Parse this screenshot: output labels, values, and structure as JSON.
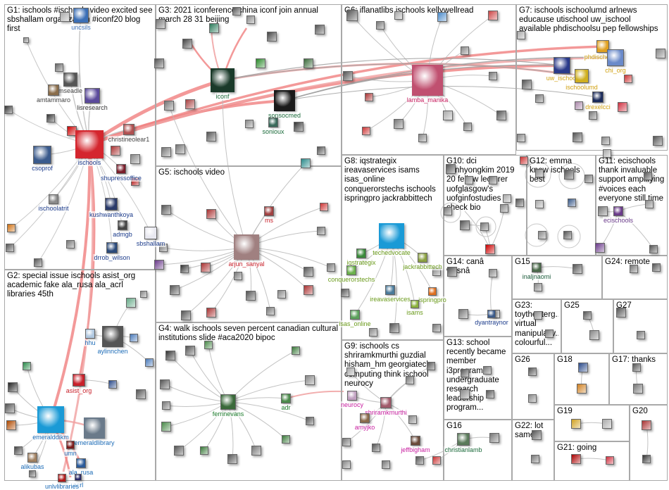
{
  "groups": [
    {
      "id": "G1",
      "title": "G1: ischools #ischools video excited see sbshallam organization #iconf20 blog first"
    },
    {
      "id": "G2",
      "title": "G2: special issue ischools asist_org academic fake ala_rusa ala_acrl libraries 45th"
    },
    {
      "id": "G3",
      "title": "G3: 2021 iconference china iconf join annual march 28 31 beijing"
    },
    {
      "id": "G4",
      "title": "G4: walk ischools seven percent canadian cultural institutions slide #aca2020 bipoc"
    },
    {
      "id": "G5",
      "title": "G5: ischools video"
    },
    {
      "id": "G6",
      "title": "G6: iflanatlibs ischools kellywellread"
    },
    {
      "id": "G7",
      "title": "G7: ischools ischoolumd arlnews educause utischool uw_ischool available phdischoolsu pep fellowships"
    },
    {
      "id": "G8",
      "title": "G8: iqstrategix ireavaservices isams isas_online conquerorstechs ischools ispringpro jackrabbittech"
    },
    {
      "id": "G9",
      "title": "G9: ischools cs shriramkmurthi guzdial hisham_hm georgiatech computing think ischool neurocy"
    },
    {
      "id": "G10",
      "title": "G10: dci yunhyongkim 2019 20 fellow lecturer uofglasgow's uofginfostudies check bio"
    },
    {
      "id": "G11",
      "title": "G11: ecischools thank invaluable support amplifying #voices each everyone still time"
    },
    {
      "id": "G12",
      "title": "G12: emma know ischools best"
    },
    {
      "id": "G13",
      "title": "G13: school recently became member i3program undergraduate research leadership program..."
    },
    {
      "id": "G14",
      "title": "G14: canâ wasnâ"
    },
    {
      "id": "G15",
      "title": "G15"
    },
    {
      "id": "G16",
      "title": "G16"
    },
    {
      "id": "G17",
      "title": "G17: thanks"
    },
    {
      "id": "G18",
      "title": "G18"
    },
    {
      "id": "G19",
      "title": "G19"
    },
    {
      "id": "G20",
      "title": "G20"
    },
    {
      "id": "G21",
      "title": "G21: going"
    },
    {
      "id": "G22",
      "title": "G22: lot same"
    },
    {
      "id": "G23",
      "title": "G23: toytheaterg... virtual manipulativ... colourful..."
    },
    {
      "id": "G24",
      "title": "G24: remote"
    },
    {
      "id": "G25",
      "title": "G25"
    },
    {
      "id": "G26",
      "title": "G26"
    },
    {
      "id": "G27",
      "title": "G27"
    }
  ],
  "nodes": [
    {
      "label": "uncsils",
      "group": "G1",
      "color": "#3b6fb6"
    },
    {
      "label": "mseadle",
      "group": "G1",
      "color": "#555555"
    },
    {
      "label": "amtammaro",
      "group": "G1",
      "color": "#8a6d4a"
    },
    {
      "label": "lisresearch",
      "group": "G1",
      "color": "#5b4a9b"
    },
    {
      "label": "christineolear1",
      "group": "G1",
      "color": "#b05050"
    },
    {
      "label": "ischools",
      "group": "G1",
      "color": "#d4262e"
    },
    {
      "label": "csoprof",
      "group": "G1",
      "color": "#3a5a8c"
    },
    {
      "label": "shupressoffice",
      "group": "G1",
      "color": "#7a1d2a"
    },
    {
      "label": "ischoolatrit",
      "group": "G1",
      "color": "#8a8a8a"
    },
    {
      "label": "kushwanthkoya",
      "group": "G1",
      "color": "#2a3a6a"
    },
    {
      "label": "admgb",
      "group": "G1",
      "color": "#444444"
    },
    {
      "label": "sbshallam",
      "group": "G1",
      "color": "#e8e8f0"
    },
    {
      "label": "drrob_wilson",
      "group": "G1",
      "color": "#2b4a7a"
    },
    {
      "label": "hhu",
      "group": "G2",
      "color": "#b0c8e0"
    },
    {
      "label": "aylinnchen",
      "group": "G2",
      "color": "#555555"
    },
    {
      "label": "asist_org",
      "group": "G2",
      "color": "#c8202a"
    },
    {
      "label": "emeraldlibrary",
      "group": "G2",
      "color": "#6a7a8a"
    },
    {
      "label": "emeralddikm",
      "group": "G2",
      "color": "#1a9ad6"
    },
    {
      "label": "umn",
      "group": "G2",
      "color": "#7a1a1a"
    },
    {
      "label": "alikubas",
      "group": "G2",
      "color": "#a08060"
    },
    {
      "label": "ala_rusa",
      "group": "G2",
      "color": "#2a5a9a"
    },
    {
      "label": "acrl",
      "group": "G2",
      "color": "#2a2a6a"
    },
    {
      "label": "unlvlibraries",
      "group": "G2",
      "color": "#b01a1a"
    },
    {
      "label": "iconf",
      "group": "G3",
      "color": "#1a3a2a"
    },
    {
      "label": "sonsocmed",
      "group": "G3",
      "color": "#1a1a1a"
    },
    {
      "label": "sonioux",
      "group": "G3",
      "color": "#3a6a5a"
    },
    {
      "label": "ferrinevans",
      "group": "G4",
      "color": "#3a6a3a"
    },
    {
      "label": "adr",
      "group": "G4",
      "color": "#4a8a4a"
    },
    {
      "label": "arjun_sanyal",
      "group": "G5",
      "color": "#a08080"
    },
    {
      "label": "ms",
      "group": "G5",
      "color": "#a04040"
    },
    {
      "label": "lamba_manika",
      "group": "G6",
      "color": "#c05070"
    },
    {
      "label": "uw_ischool",
      "group": "G7",
      "color": "#2a3a8a"
    },
    {
      "label": "ischoolumd",
      "group": "G7",
      "color": "#d0b020"
    },
    {
      "label": "phdischoolsu",
      "group": "G7",
      "color": "#e0a020"
    },
    {
      "label": "chi_org",
      "group": "G7",
      "color": "#6a8aca"
    },
    {
      "label": "drexelcci",
      "group": "G7",
      "color": "#1a2a5a"
    },
    {
      "label": "techedvocate",
      "group": "G8",
      "color": "#1a9ad6"
    },
    {
      "label": "iqstrategix",
      "group": "G8",
      "color": "#3a8a3a"
    },
    {
      "label": "jackrabbittech",
      "group": "G8",
      "color": "#8aa040"
    },
    {
      "label": "conquerorstechs",
      "group": "G8",
      "color": "#6ab04a"
    },
    {
      "label": "ireavaservices",
      "group": "G8",
      "color": "#4a7a9a"
    },
    {
      "label": "ispringpro",
      "group": "G8",
      "color": "#e07020"
    },
    {
      "label": "isas_online",
      "group": "G8",
      "color": "#5aa05a"
    },
    {
      "label": "isams",
      "group": "G8",
      "color": "#8ab03a"
    },
    {
      "label": "neurocy",
      "group": "G9",
      "color": "#c0a0c0"
    },
    {
      "label": "shriramkmurthi",
      "group": "G9",
      "color": "#a05a6a"
    },
    {
      "label": "amyjko",
      "group": "G9",
      "color": "#8a6a4a"
    },
    {
      "label": "jeffbigham",
      "group": "G9",
      "color": "#6a4a3a"
    },
    {
      "label": "dyantraynor",
      "group": "G14",
      "color": "#3a5a8a"
    },
    {
      "label": "inaljnaomi",
      "group": "G15",
      "color": "#4a6a4a"
    },
    {
      "label": "ecischools",
      "group": "G11",
      "color": "#6a3a8a"
    },
    {
      "label": "christianlamb",
      "group": "G16",
      "color": "#5a7a5a"
    }
  ]
}
